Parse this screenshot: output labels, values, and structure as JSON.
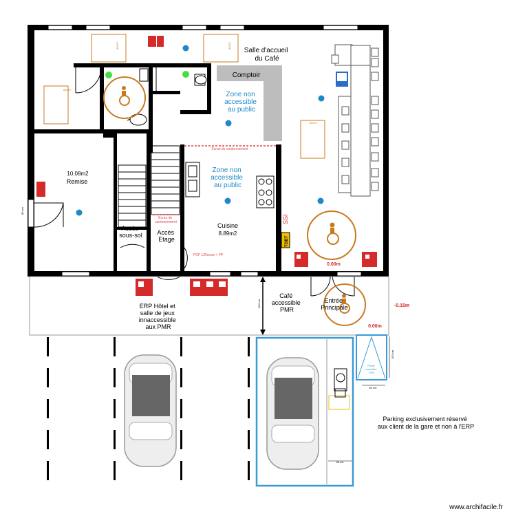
{
  "rooms": {
    "salle_accueil": "Salle d'accueil\ndu Café",
    "comptoir": "Comptoir",
    "zone_non_accessible_1": "Zone non\naccessible\nau public",
    "zone_non_accessible_2": "Zone non\naccessible\nau public",
    "remise_area": "10.08m2",
    "remise": "Remise",
    "acces_sous_sol": "Accès\nsous-sol",
    "acces_etage": "Accès\nEtage",
    "cuisine": "Cuisine",
    "cuisine_area": "8.89m2",
    "erp_hotel": "ERP Hôtel et\nsalle de jeux\ninnaccessible\naux PMR",
    "cafe_accessible": "Café\naccessible\nPMR",
    "entree_principale": "Entrée\nPrincipale",
    "parking_note": "Parking exclusivement réservé\naux client de la gare et non à l'ERP"
  },
  "annotations": {
    "ecran_cantonnement_1": "Ecran de cantonnement",
    "ecran_cantonnement_2": "Ecran de\ncantonnement",
    "pcf": "PCF 1/2heure + FP",
    "ssi": "SSI",
    "tgbt": "TGBT",
    "level_0_a": "0.00m",
    "level_0_b": "0.00m",
    "level_minus": "-0.15m",
    "dim_300": "300 cm",
    "dim_150": "150 cm",
    "dim_84": "84 cm",
    "dim_90": "90 cm",
    "dim_80": "80 cm",
    "pente": "Pente\namovible\n10%"
  },
  "colors": {
    "wall": "#000000",
    "accessible_orange": "#c87a1e",
    "info_blue": "#1e88c8",
    "fire_red": "#d42a2a",
    "smoke_screen_red": "#e04848",
    "counter_grey": "#b8b8b8",
    "parking_blue": "#3a9ad6",
    "light_green": "#44dd44"
  },
  "watermark": "www.archifacile.fr"
}
